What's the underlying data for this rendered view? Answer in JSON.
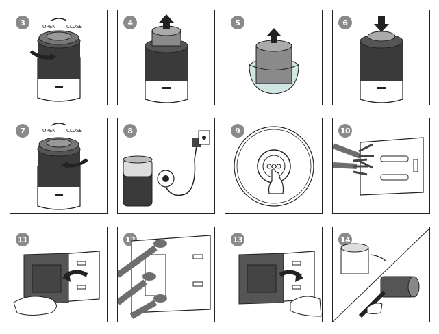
{
  "colors": {
    "badge": "#8a8a8a",
    "line": "#222222",
    "mesh": "#2a2a2a",
    "filter_teal": "#9ad0c8",
    "brush": "#6e6e6e"
  },
  "steps": [
    {
      "number": "3",
      "open_label": "OPEN",
      "close_label": "CLOSE",
      "icon": "purifier-lid-rotate-open"
    },
    {
      "number": "4",
      "icon": "purifier-filter-lift"
    },
    {
      "number": "5",
      "icon": "filter-remove-from-bag"
    },
    {
      "number": "6",
      "icon": "purifier-filter-insert"
    },
    {
      "number": "7",
      "open_label": "OPEN",
      "close_label": "CLOSE",
      "icon": "purifier-lid-rotate-close"
    },
    {
      "number": "8",
      "icon": "power-plug-connect"
    },
    {
      "number": "9",
      "icon": "power-button-press"
    },
    {
      "number": "10",
      "icon": "brush-clean-panel"
    },
    {
      "number": "11",
      "icon": "panel-remove"
    },
    {
      "number": "12",
      "icon": "brush-clean-sensor"
    },
    {
      "number": "13",
      "icon": "panel-reattach"
    },
    {
      "number": "14",
      "icon": "clean-surface-vacuum"
    }
  ]
}
